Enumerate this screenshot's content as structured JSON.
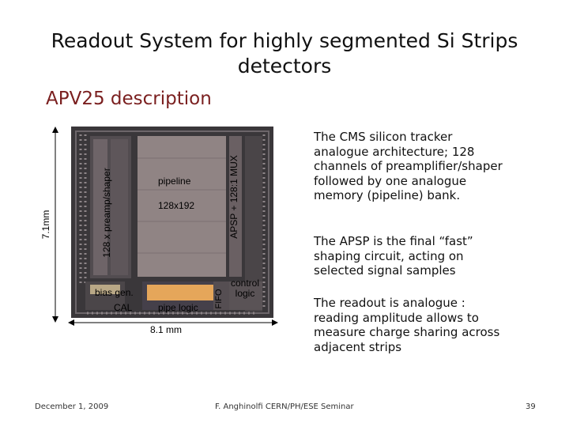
{
  "slide": {
    "title_line1": "Readout System for highly segmented Si Strips",
    "title_line2": "detectors",
    "subtitle": "APV25 description",
    "paragraphs": [
      "The CMS silicon tracker analogue architecture; 128 channels of preamplifier/shaper followed by one analogue memory (pipeline) bank.",
      "The APSP is the final “fast” shaping circuit, acting on selected signal samples",
      "The readout is analogue : reading amplitude allows to measure charge sharing across adjacent strips"
    ],
    "footer_date": "December 1, 2009",
    "footer_center": "F. Anghinolfi CERN/PH/ESE Seminar",
    "page_number": "39"
  },
  "chip": {
    "height_label": "7.1mm",
    "width_label": "8.1 mm",
    "preamp_label": "128 x preamp/shaper",
    "pipeline_label": "pipeline",
    "pipeline_size": "128x192",
    "apsp_label": "APSP + 128:1 MUX",
    "bias_label": "bias gen.",
    "cal_label": "CAL",
    "pipe_logic_label": "pipe logic",
    "fifo_label": "FIFO",
    "control_label_1": "control",
    "control_label_2": "logic"
  }
}
